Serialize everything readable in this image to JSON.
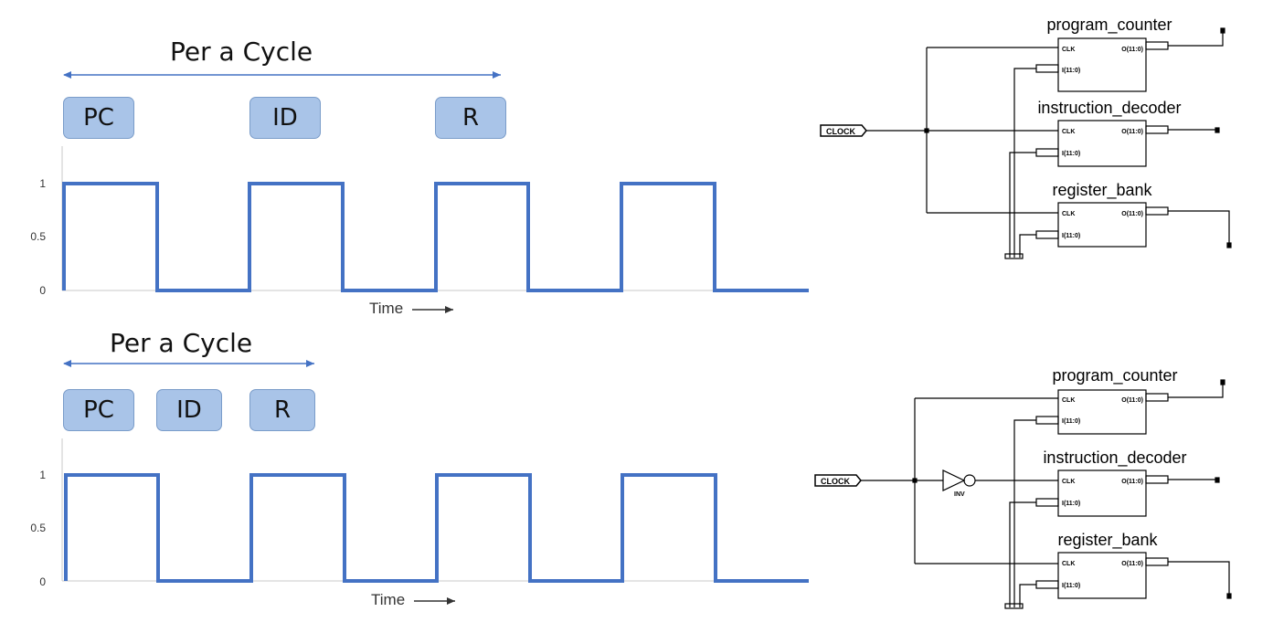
{
  "top_panel": {
    "cycle_label": "Per a Cycle",
    "stages": [
      "PC",
      "ID",
      "R"
    ]
  },
  "bottom_panel": {
    "cycle_label": "Per a Cycle",
    "stages": [
      "PC",
      "ID",
      "R"
    ]
  },
  "waveform": {
    "y_ticks": [
      "1",
      "0.5",
      "0"
    ],
    "x_label": "Time",
    "color": "#4472c4"
  },
  "schematic_top": {
    "clock_label": "CLOCK",
    "blocks": [
      {
        "name": "program_counter",
        "clk_pin": "CLK",
        "in_pin": "I(11:0)",
        "out_pin": "O(11:0)"
      },
      {
        "name": "instruction_decoder",
        "clk_pin": "CLK",
        "in_pin": "I(11:0)",
        "out_pin": "O(11:0)"
      },
      {
        "name": "register_bank",
        "clk_pin": "CLK",
        "in_pin": "I(11:0)",
        "out_pin": "O(11:0)"
      }
    ]
  },
  "schematic_bottom": {
    "clock_label": "CLOCK",
    "inverter_label": "INV",
    "blocks": [
      {
        "name": "program_counter",
        "clk_pin": "CLK",
        "in_pin": "I(11:0)",
        "out_pin": "O(11:0)"
      },
      {
        "name": "instruction_decoder",
        "clk_pin": "CLK",
        "in_pin": "I(11:0)",
        "out_pin": "O(11:0)"
      },
      {
        "name": "register_bank",
        "clk_pin": "CLK",
        "in_pin": "I(11:0)",
        "out_pin": "O(11:0)"
      }
    ]
  }
}
